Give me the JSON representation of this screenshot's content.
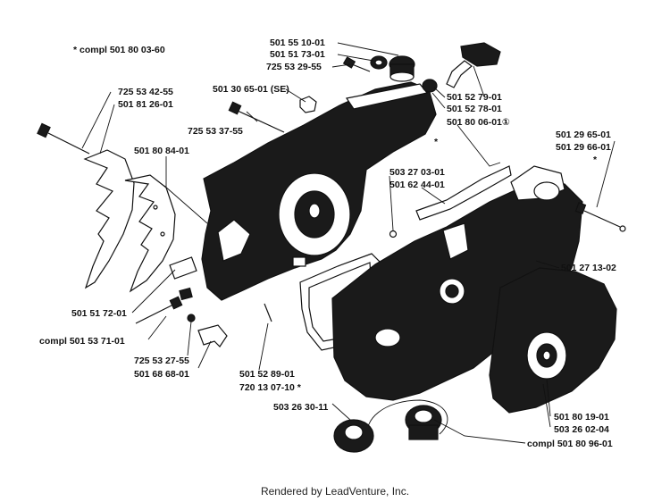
{
  "labels": {
    "compl_5018003_60": "* compl 501 80 03-60",
    "p501551001": "501 55 10-01",
    "p501517301": "501 51 73-01",
    "p725532955": "725 53 29-55",
    "p501306501": "501 30 65-01 (SE)",
    "p501527901": "501 52 79-01",
    "p501527801": "501 52 78-01",
    "p501800601": "501 80 06-01①",
    "p725534255": "725 53 42-55",
    "p501812601": "501 81 26-01",
    "p725533755": "725 53 37-55",
    "p501808401": "501 80 84-01",
    "p503270301": "503 27 03-01",
    "p501624401": "501 62 44-01",
    "p501296501": "501 29 65-01",
    "p501296601": "501 29 66-01",
    "p501271302": "501 27 13-02",
    "p501517201": "501 51 72-01",
    "compl501537101": "compl 501 53 71-01",
    "p725532755": "725 53 27-55",
    "p501686801": "501 68 68-01",
    "p501528901": "501 52 89-01",
    "p720130710": "720 13 07-10  *",
    "p503263011": "503 26 30-11",
    "p501801901": "501 80 19-01",
    "p503260204": "503 26 02-04",
    "compl501809601": "compl 501 80 96-01"
  },
  "footer": "Rendered by LeadVenture, Inc."
}
